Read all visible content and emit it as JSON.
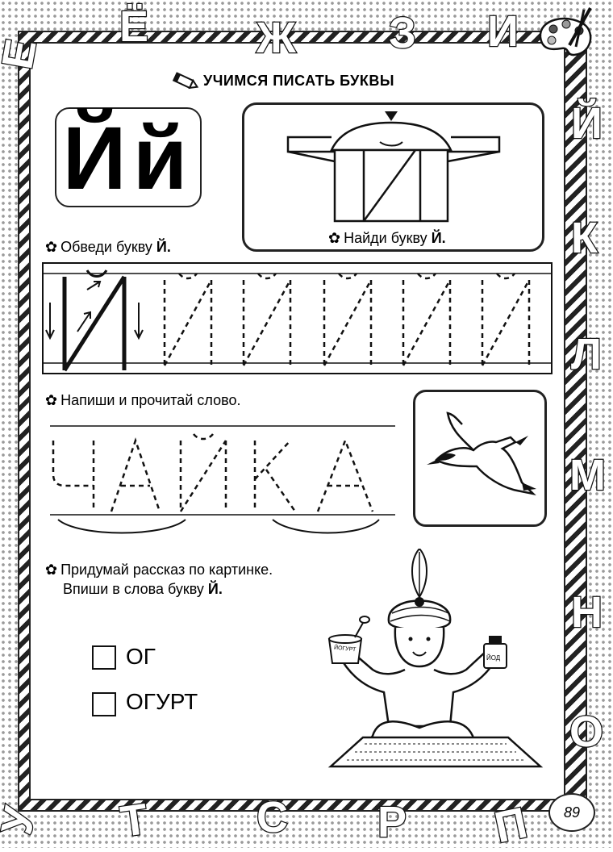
{
  "header": "УЧИМСЯ ПИСАТЬ БУКВЫ",
  "letters_pair": "Йй",
  "tasks": {
    "trace": {
      "text": "Обведи букву ",
      "letter": "Й."
    },
    "find": {
      "text": "Найди букву ",
      "letter": "Й."
    },
    "write": {
      "text": "Напиши и прочитай слово."
    },
    "story": {
      "line1": "Придумай рассказ по картинке.",
      "line2": "Впиши в слова букву ",
      "letter": "Й."
    }
  },
  "word": "ЧАЙКА",
  "fill_words": [
    "ОГ",
    "ОГУРТ"
  ],
  "labels": {
    "jar": "ЙОГУРТ",
    "bottle": "ЙОД"
  },
  "border_letters": [
    "Е",
    "Ё",
    "Ж",
    "З",
    "И",
    "Й",
    "К",
    "Л",
    "М",
    "Н",
    "О",
    "П",
    "Р",
    "С",
    "Т",
    "У"
  ],
  "page_number": "89",
  "colors": {
    "ink": "#111111",
    "paper": "#ffffff",
    "dots": "#9a9a9a"
  }
}
